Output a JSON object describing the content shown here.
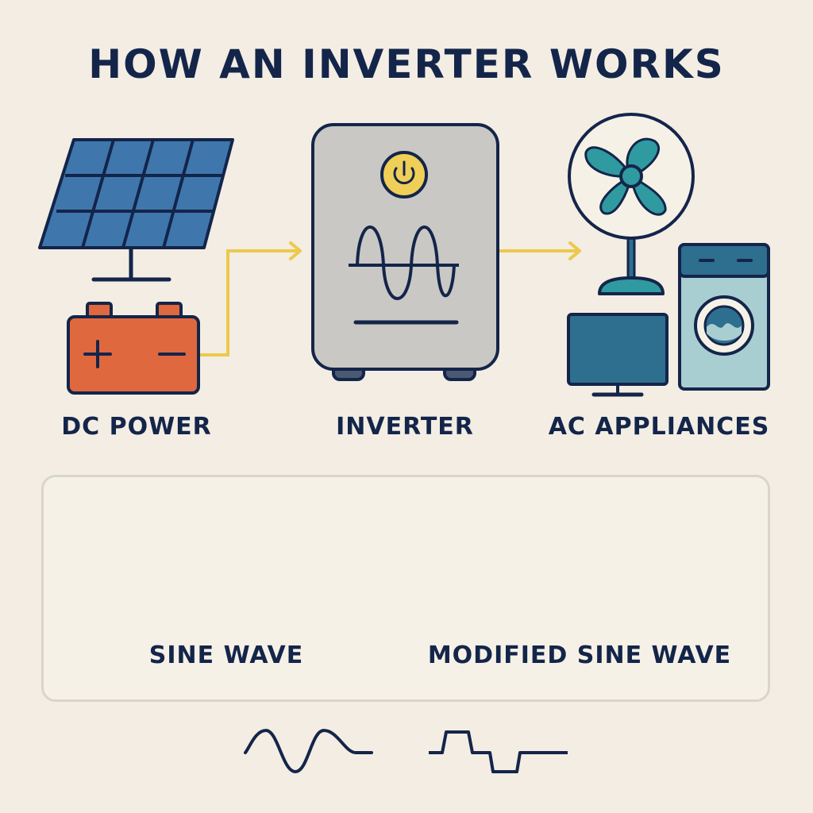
{
  "title": "HOW AN INVERTER WORKS",
  "labels": {
    "dc": "DC POWER",
    "inverter": "INVERTER",
    "ac": "AC APPLIANCES"
  },
  "waves": {
    "sine": "SINE WAVE",
    "modified": "MODIFIED SINE WAVE"
  },
  "colors": {
    "background": "#f3ede3",
    "ink": "#14254a",
    "solar": "#3f77ad",
    "battery": "#e0683f",
    "arrow": "#ecc94b",
    "inverter_body": "#c9c8c4",
    "power_button": "#efcf58",
    "fan": "#2f9aa0",
    "appliance": "#2e6e8e",
    "washer": "#a9ced2"
  },
  "icons": [
    "solar-panel-icon",
    "battery-icon",
    "inverter-icon",
    "power-icon",
    "fan-icon",
    "monitor-icon",
    "washing-machine-icon"
  ]
}
